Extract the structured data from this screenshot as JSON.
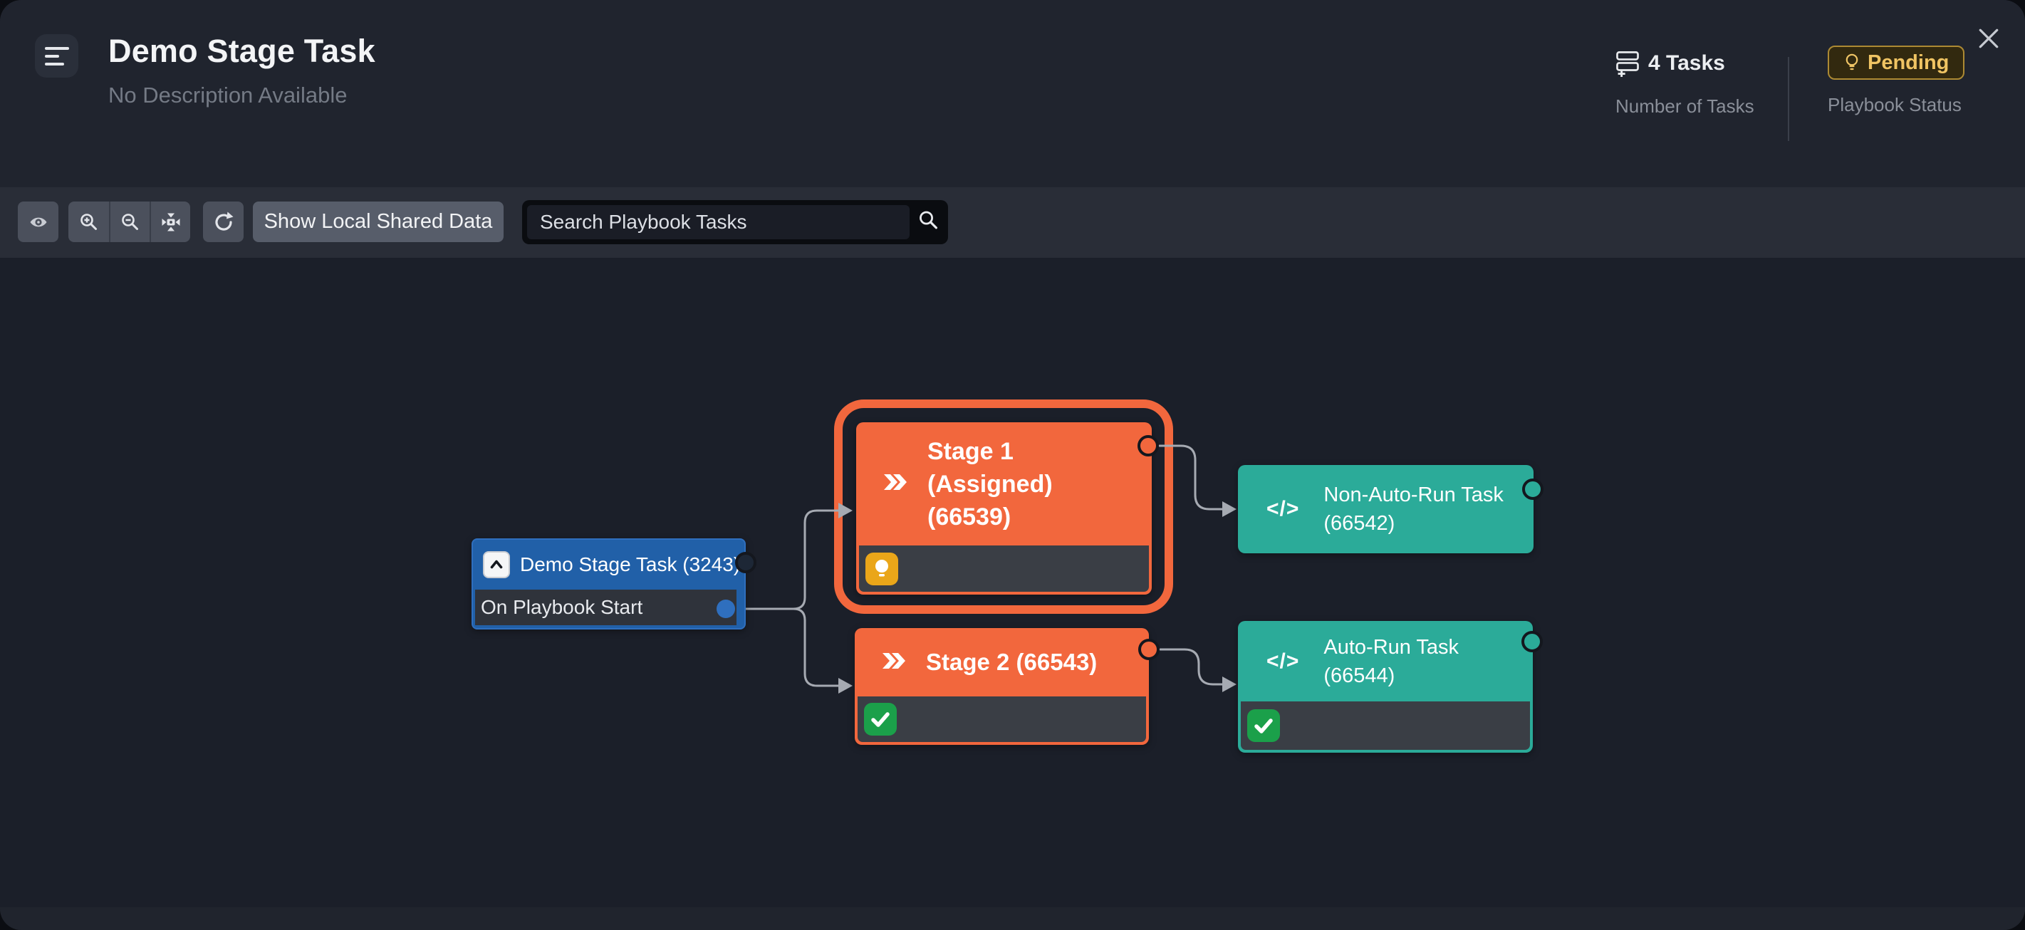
{
  "header": {
    "title": "Demo Stage Task",
    "subtitle": "No Description Available",
    "stats": {
      "tasks": {
        "value": "4 Tasks",
        "label": "Number of Tasks"
      },
      "status": {
        "value": "Pending",
        "label": "Playbook Status"
      }
    }
  },
  "toolbar": {
    "show_shared_label": "Show Local Shared Data",
    "search_placeholder": "Search Playbook Tasks"
  },
  "canvas": {
    "nodes": {
      "start": {
        "title": "Demo Stage Task (3243)",
        "trigger": "On Playbook Start"
      },
      "stage1": {
        "title": "Stage 1 (Assigned) (66539)",
        "status": "pending",
        "selected": true
      },
      "stage2": {
        "title": "Stage 2 (66543)",
        "status": "completed"
      },
      "task1": {
        "title": "Non-Auto-Run Task (66542)"
      },
      "task2": {
        "title": "Auto-Run Task (66544)",
        "status": "completed"
      }
    },
    "code_glyph": "</>"
  },
  "icons": {
    "menu": "menu-lines",
    "tasks": "task-list-plus",
    "pending_badge": "lightbulb-outline",
    "close": "x-cross",
    "preview": "eye",
    "zoom_in": "magnifier-plus",
    "zoom_out": "magnifier-minus",
    "fit": "fit-to-view",
    "refresh": "circular-arrow",
    "search": "magnifier",
    "playbook_chip": "chevron-up",
    "stage_glyph": "double-chevron-right",
    "completed_chip": "checkmark",
    "pending_chip": "lightbulb-filled"
  },
  "colors": {
    "stage_orange": "#F2673D",
    "task_teal": "#2BAB99",
    "playbook_blue": "#2160A8",
    "success_green": "#1BA04A",
    "pending_amber": "#EAA619",
    "badge_text": "#F0C463",
    "connector": "#A6AAB2",
    "canvas_bg": "#1B1F29",
    "header_bg": "#20242E",
    "toolbar_bg": "#292D37"
  }
}
